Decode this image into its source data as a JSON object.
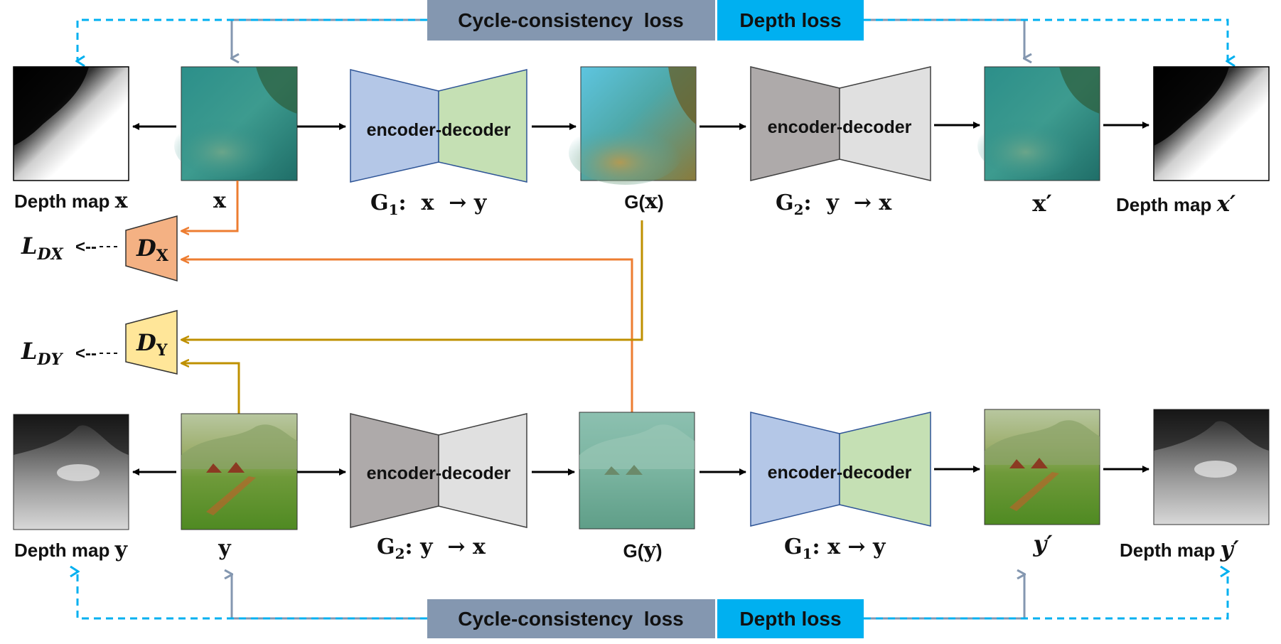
{
  "loss_bar": {
    "cycle_label": "Cycle-consistency  loss",
    "depth_label": "Depth loss",
    "cycle_color": "#8497b0",
    "depth_color": "#00b0f0"
  },
  "generator_block": {
    "label": "encoder-decoder"
  },
  "top_row": {
    "depth_map_x": {
      "text": "Depth map ",
      "var": "x"
    },
    "x_label": "x",
    "g1_label": {
      "g": "G",
      "sub": "1",
      "rest": ":  x  → y"
    },
    "gx_label": {
      "text": "G(",
      "var": "x",
      "close": ")"
    },
    "g2_label": {
      "g": "G",
      "sub": "2",
      "rest": ":  y  → x"
    },
    "x_prime": "x′",
    "depth_map_x_prime": {
      "text": "Depth map ",
      "var": "x′"
    }
  },
  "discriminators": {
    "dx": {
      "label": "D",
      "sub": "X",
      "loss": "L",
      "loss_sub": "DX",
      "arrow": "<--",
      "color": "#f4b183"
    },
    "dy": {
      "label": "D",
      "sub": "Y",
      "loss": "L",
      "loss_sub": "DY",
      "arrow": "<--",
      "color": "#ffe699"
    }
  },
  "bottom_row": {
    "depth_map_y": {
      "text": "Depth map ",
      "var": "y"
    },
    "y_label": "y",
    "g2_label": {
      "g": "G",
      "sub": "2",
      "rest": ": y  → x"
    },
    "gy_label": {
      "text": "G(",
      "var": "y",
      "close": ")"
    },
    "g1_label": {
      "g": "G",
      "sub": "1",
      "rest": ": x → y"
    },
    "y_prime": "y′",
    "depth_map_y_prime": {
      "text": "Depth map ",
      "var": "y′"
    }
  },
  "colors": {
    "encoder_blue": "#b4c7e7",
    "decoder_green": "#c5e0b4",
    "encoder_gray": "#aeaaaa",
    "decoder_gray": "#e0e0e0",
    "orange_line": "#ed7d31",
    "gold_line": "#bf9000",
    "gray_arrow": "#8497b0",
    "cyan_dash": "#00b0f0"
  }
}
